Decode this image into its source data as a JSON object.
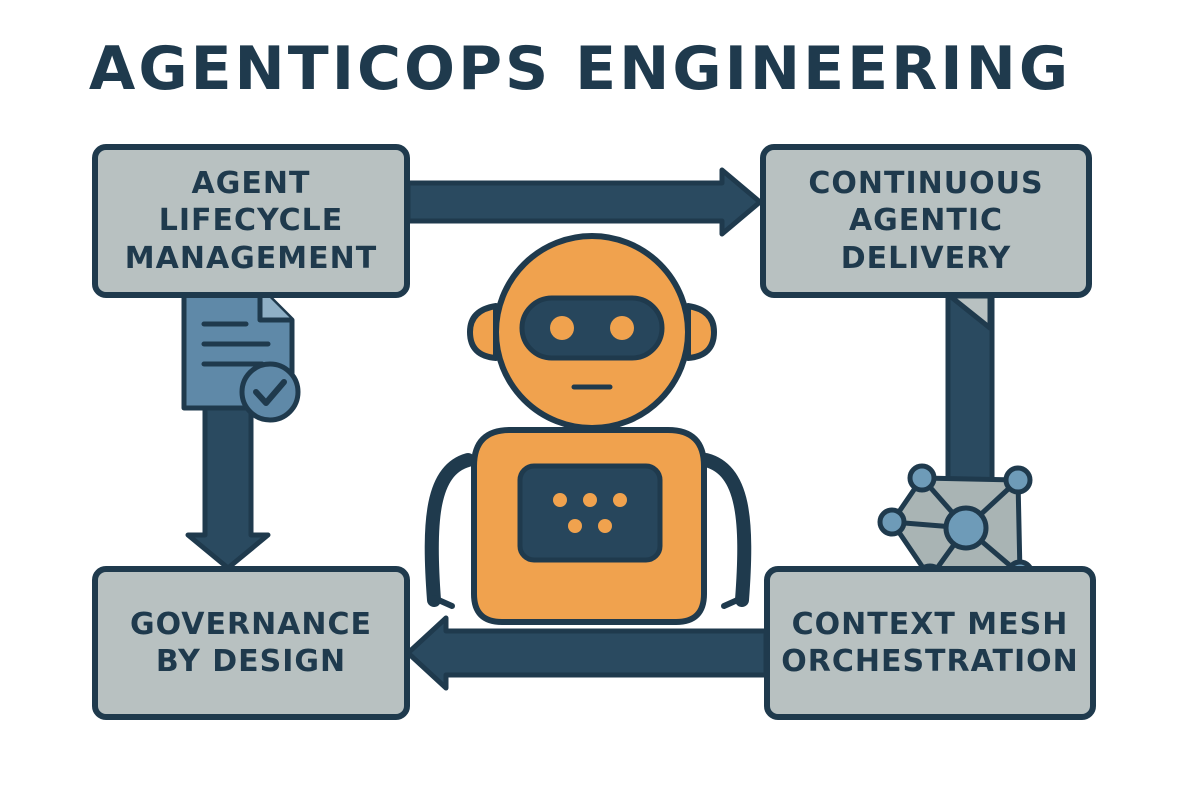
{
  "title": "AGENTICOPS ENGINEERING",
  "colors": {
    "navy": "#1f3a4d",
    "box_fill": "#b8c1c1",
    "robot_orange": "#f0a24e",
    "doc_blue": "#5f89a8",
    "node_blue": "#6e9bb8",
    "arrow_fill": "#2a4a60"
  },
  "boxes": {
    "lifecycle": {
      "line1": "AGENT",
      "line2": "LIFECYCLE",
      "line3": "MANAGEMENT"
    },
    "delivery": {
      "line1": "CONTINUOUS",
      "line2": "AGENTIC",
      "line3": "DELIVERY"
    },
    "governance": {
      "line1": "GOVERNANCE",
      "line2": "BY DESIGN"
    },
    "mesh": {
      "line1": "CONTEXT MESH",
      "line2": "ORCHESTRATION"
    }
  },
  "icons": {
    "center": "robot-icon",
    "document": "document-check-icon",
    "network": "network-mesh-icon"
  }
}
